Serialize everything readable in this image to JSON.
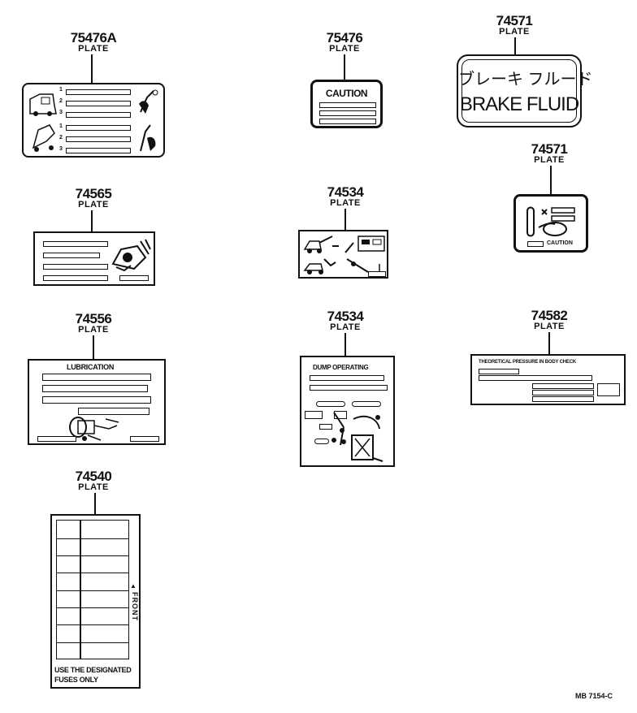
{
  "parts": [
    {
      "number": "75476A",
      "name": "PLATE"
    },
    {
      "number": "75476",
      "name": "PLATE",
      "plate_text": "CAUTION"
    },
    {
      "number": "74571",
      "name": "PLATE",
      "plate_text_jp": "ブレーキ フルード",
      "plate_text_en": "BRAKE FLUID"
    },
    {
      "number": "74571",
      "name": "PLATE",
      "plate_text": "CAUTION"
    },
    {
      "number": "74565",
      "name": "PLATE"
    },
    {
      "number": "74534",
      "name": "PLATE"
    },
    {
      "number": "74556",
      "name": "PLATE",
      "plate_text": "LUBRICATION"
    },
    {
      "number": "74534",
      "name": "PLATE",
      "plate_text": "DUMP OPERATING"
    },
    {
      "number": "74582",
      "name": "PLATE",
      "plate_text": "THEORETICAL PRESSURE IN BODY CHECK"
    },
    {
      "number": "74540",
      "name": "PLATE",
      "plate_text_line1": "USE THE DESIGNATED",
      "plate_text_line2": "FUSES ONLY",
      "side_label": "FRONT"
    }
  ],
  "plate1_row_numbers": [
    "1",
    "2",
    "3",
    "1",
    "2",
    "3"
  ],
  "footer_code": "MB 7154-C",
  "front_arrow": "▲"
}
